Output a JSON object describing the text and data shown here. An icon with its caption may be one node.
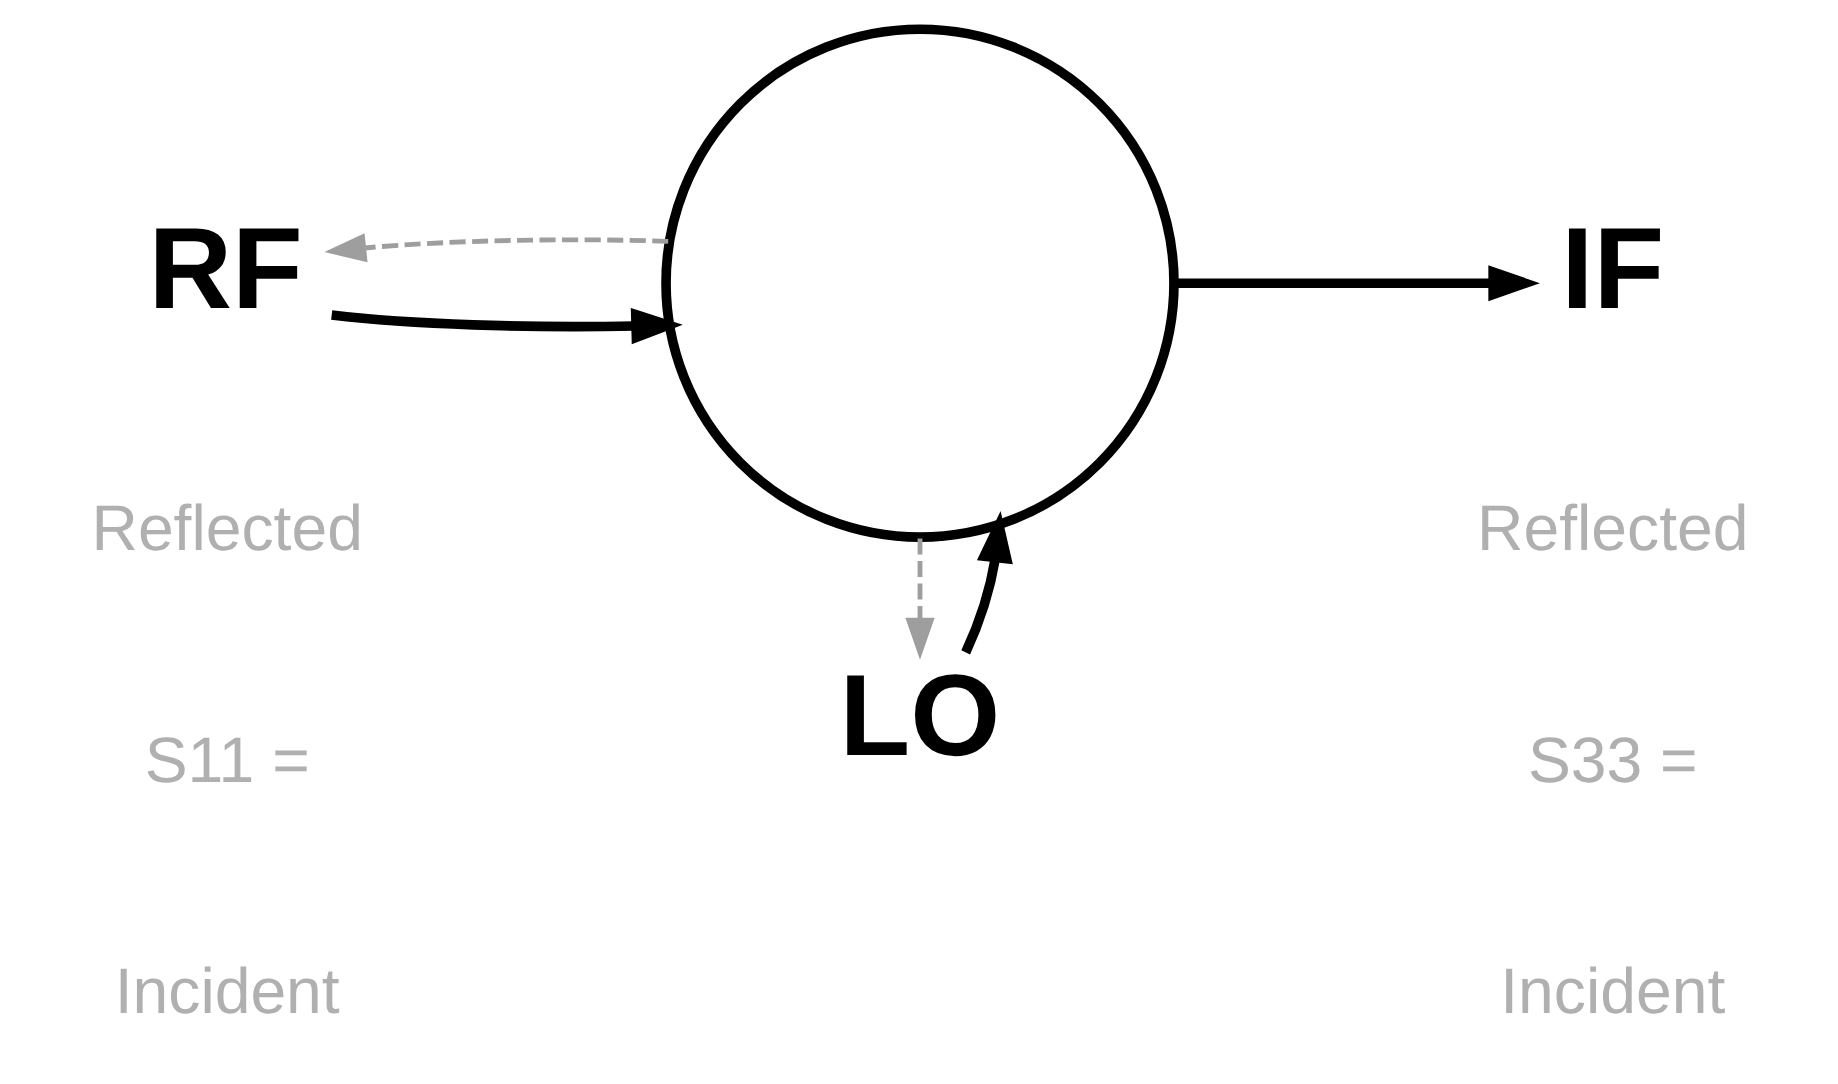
{
  "diagram": {
    "nodes": [
      {
        "text": [
          "RF"
        ]
      },
      {
        "text": [],
        "shape": "circle"
      },
      {
        "text": [
          "IF"
        ]
      },
      {
        "text": [
          "LO"
        ]
      }
    ],
    "edges": [
      {
        "from": 0,
        "to": 1,
        "arrow": "to"
      },
      {
        "from": 1,
        "to": 2,
        "arrow": "to"
      },
      {
        "from": 3,
        "to": 1,
        "arrow": "to"
      },
      {
        "from": 1,
        "to": 0,
        "arrow": "to",
        "style": "dashed",
        "color": "#9e9e9e"
      },
      {
        "from": 1,
        "to": 3,
        "arrow": "to",
        "style": "dashed",
        "color": "#9e9e9e"
      }
    ],
    "labels": [
      "Reflected",
      "S11 =",
      "Incident",
      "Reflected",
      "S33 =",
      "Incident"
    ]
  }
}
